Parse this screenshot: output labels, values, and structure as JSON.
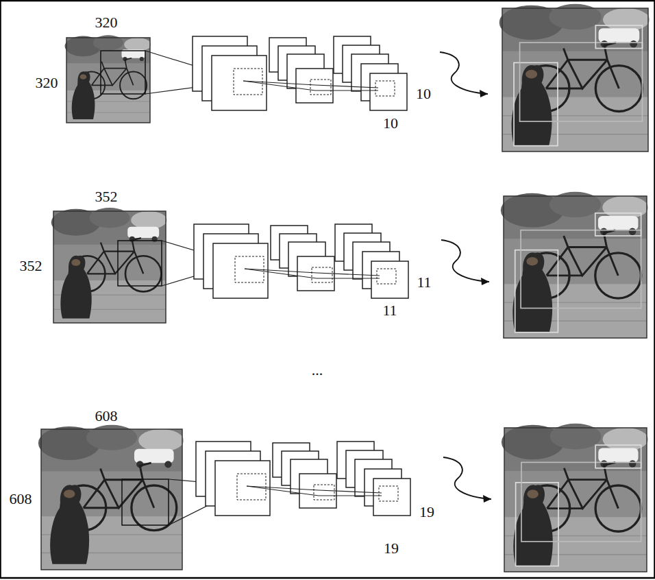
{
  "diagram": {
    "labels": [
      "320",
      "320",
      "10",
      "10",
      "352",
      "352",
      "11",
      "11",
      "...",
      "608",
      "608",
      "19",
      "19"
    ]
  }
}
